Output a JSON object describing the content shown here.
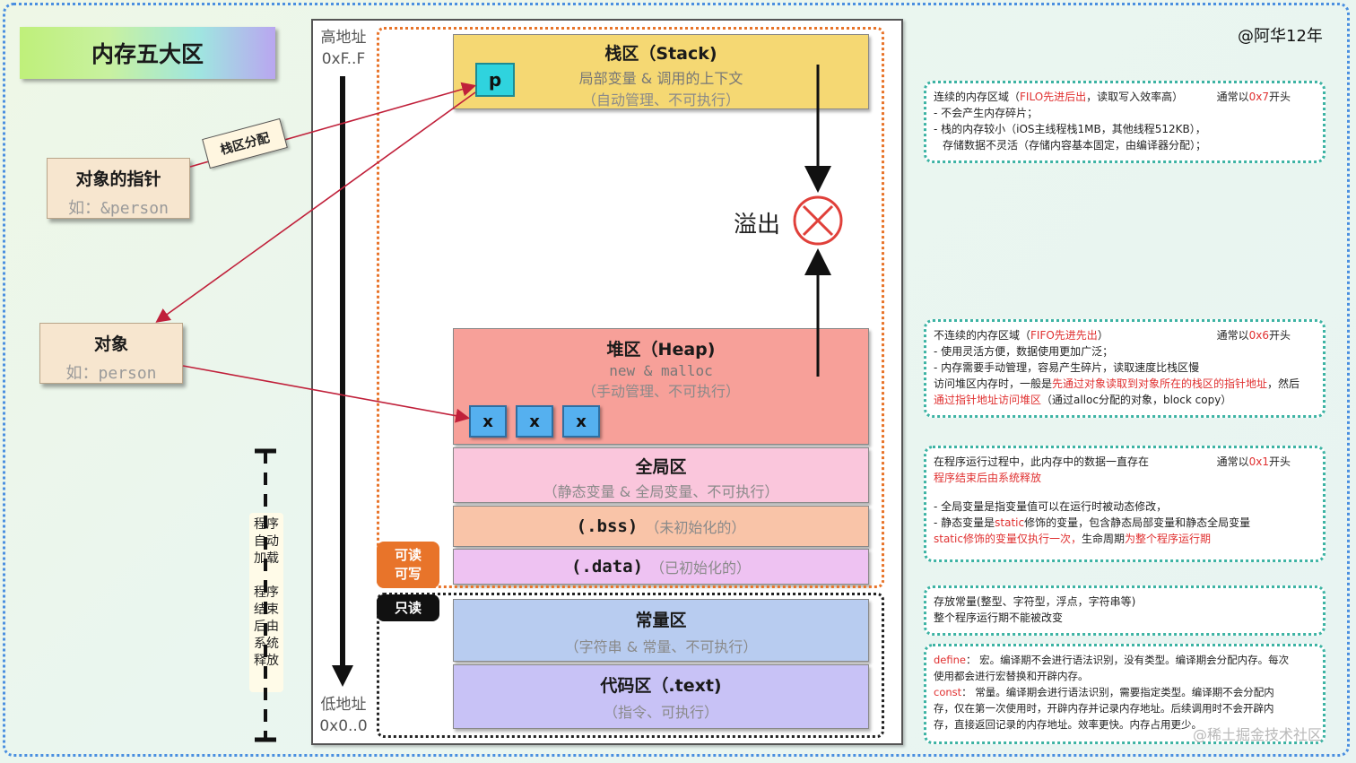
{
  "title": "内存五大区",
  "author": "@阿华12年",
  "watermark": "@稀土掘金技术社区",
  "address": {
    "high_label": "高地址",
    "high_value": "0xF..F",
    "low_label": "低地址",
    "low_value": "0x0..0"
  },
  "pointer_box": {
    "title": "对象的指针",
    "example": "如：&person"
  },
  "object_box": {
    "title": "对象",
    "example": "如：person"
  },
  "stack_alloc_tag": "栈区分配",
  "overflow_label": "溢出",
  "segments": {
    "stack": {
      "name": "栈区（Stack)",
      "desc": "局部变量 & 调用的上下文",
      "note": "（自动管理、不可执行）",
      "cell": "p"
    },
    "heap": {
      "name": "堆区（Heap)",
      "desc": "new & malloc",
      "note": "（手动管理、不可执行）",
      "cells": [
        "x",
        "x",
        "x"
      ]
    },
    "global": {
      "name": "全局区",
      "note": "（静态变量 & 全局变量、不可执行）"
    },
    "bss": {
      "name": "(.bss)",
      "note": "（未初始化的）"
    },
    "data": {
      "name": "(.data)",
      "note": "（已初始化的）"
    },
    "const": {
      "name": "常量区",
      "note": "（字符串 & 常量、不可执行）"
    },
    "text": {
      "name": "代码区（.text)",
      "note": "（指令、可执行）"
    }
  },
  "badges": {
    "rw_line1": "可读",
    "rw_line2": "可写",
    "ro": "只读"
  },
  "lifecycle_lines": [
    "程序",
    "自动",
    "加载",
    "",
    "程序",
    "结束",
    "后由",
    "系统",
    "释放"
  ],
  "info": {
    "stack": {
      "l1a": "连续的内存区域（",
      "l1b": "FILO先进后出",
      "l1c": "，读取写入效率高）",
      "prefix_a": "通常以",
      "prefix_b": "0x7",
      "prefix_c": "开头",
      "l2": "- 不会产生内存碎片；",
      "l3": "- 栈的内存较小（iOS主线程栈1MB，其他线程512KB），",
      "l4": "存储数据不灵活（存储内容基本固定，由编译器分配）；"
    },
    "heap": {
      "l1a": "不连续的内存区域（",
      "l1b": "FIFO先进先出",
      "l1c": "）",
      "prefix_a": "通常以",
      "prefix_b": "0x6",
      "prefix_c": "开头",
      "l2": "- 使用灵活方便，数据使用更加广泛；",
      "l3": "- 内存需要手动管理，容易产生碎片，读取速度比栈区慢",
      "l4a": "访问堆区内存时，一般是",
      "l4b": "先通过对象读取到对象所在的栈区的指针地址",
      "l4c": "，然后",
      "l5a": "通过指针地址访问堆区",
      "l5b": "（通过alloc分配的对象，block copy）"
    },
    "global": {
      "l1": "在程序运行过程中，此内存中的数据一直存在",
      "prefix_a": "通常以",
      "prefix_b": "0x1",
      "prefix_c": "开头",
      "l2": "程序结束后由系统释放",
      "l3": "- 全局变量是指变量值可以在运行时被动态修改，",
      "l4a": "- 静态变量是",
      "l4b": "static",
      "l4c": "修饰的变量，包含静态局部变量和静态全局变量",
      "l5a": "static修饰的变量仅执行一次，",
      "l5b": "生命周期",
      "l5c": "为整个程序运行期"
    },
    "const": {
      "l1": "存放常量(整型、字符型，浮点，字符串等)",
      "l2": "整个程序运行期不能被改变"
    },
    "text": {
      "l1a": "define",
      "l1b": "：  宏。编译期不会进行语法识别，没有类型。编译期会分配内存。每次",
      "l2": "使用都会进行宏替换和开辟内存。",
      "l3a": "const",
      "l3b": "：  常量。编译期会进行语法识别，需要指定类型。编译期不会分配内",
      "l4": "存，仅在第一次使用时，开辟内存并记录内存地址。后续调用时不会开辟内",
      "l5": "存，直接返回记录的内存地址。效率更快。内存占用更少。"
    }
  },
  "colors": {
    "stack": "#f5d873",
    "heap": "#f7a099",
    "global": "#fac6dc",
    "bss": "#f9c4a8",
    "data": "#eec2f2",
    "const": "#b8ccf0",
    "text": "#c8c2f6",
    "rw_badge": "#e8742a",
    "ro_badge": "#111111",
    "arrow": "#c0203a"
  }
}
